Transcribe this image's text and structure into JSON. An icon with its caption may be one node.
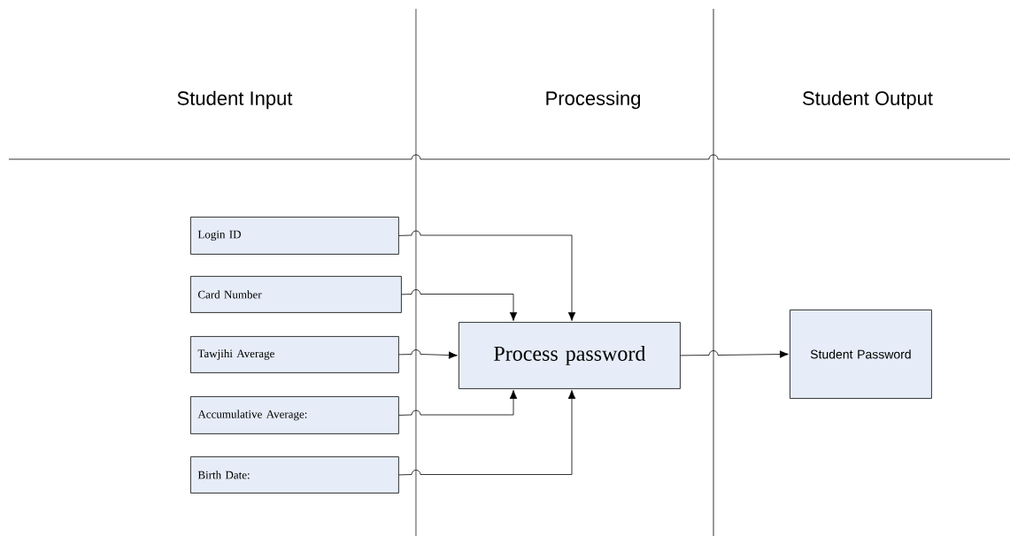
{
  "diagram": {
    "nodes": [
      {
        "text": [
          "Login ID"
        ]
      },
      {
        "text": [
          "Card Number"
        ]
      },
      {
        "text": [
          "Tawjihi Average"
        ]
      },
      {
        "text": [
          "Accumulative  Average:"
        ]
      },
      {
        "text": [
          "Birth Date:"
        ]
      },
      {
        "text": [
          "Process password"
        ]
      },
      {
        "text": [
          "Student Password"
        ]
      }
    ],
    "edges": [
      {
        "from": 0,
        "to": 5,
        "arrow": "to"
      },
      {
        "from": 1,
        "to": 5,
        "arrow": "to"
      },
      {
        "from": 2,
        "to": 5,
        "arrow": "to"
      },
      {
        "from": 3,
        "to": 5,
        "arrow": "to"
      },
      {
        "from": 4,
        "to": 5,
        "arrow": "to"
      },
      {
        "from": 5,
        "to": 6,
        "arrow": "to"
      }
    ],
    "labels": [
      "Student Input",
      "Processing",
      "Student Output"
    ]
  }
}
